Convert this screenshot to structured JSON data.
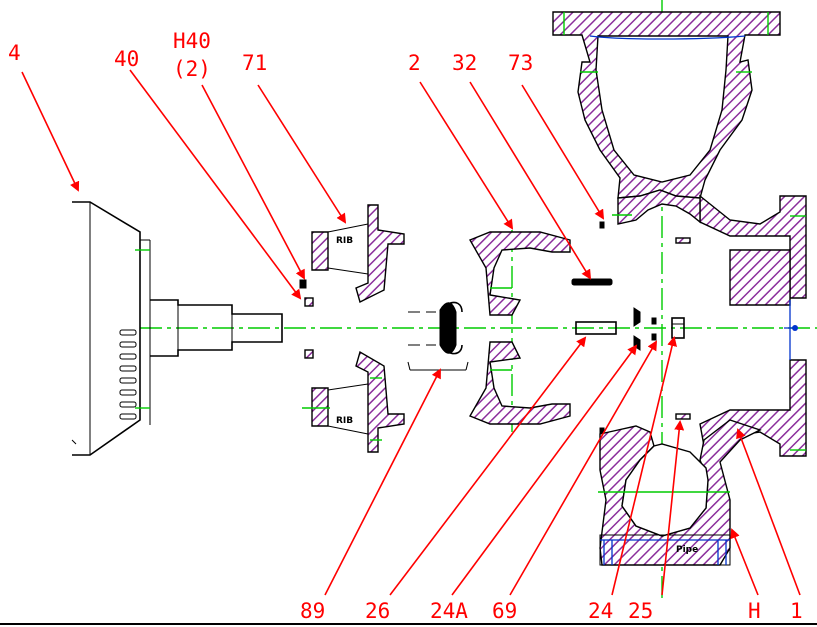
{
  "diagram": {
    "callouts": [
      {
        "key": "c4",
        "text": "4"
      },
      {
        "key": "c40",
        "text": "40"
      },
      {
        "key": "cH40",
        "text": "H40"
      },
      {
        "key": "cH40q",
        "text": "(2)"
      },
      {
        "key": "c71",
        "text": "71"
      },
      {
        "key": "c2",
        "text": "2"
      },
      {
        "key": "c32",
        "text": "32"
      },
      {
        "key": "c73",
        "text": "73"
      },
      {
        "key": "c89",
        "text": "89"
      },
      {
        "key": "c26",
        "text": "26"
      },
      {
        "key": "c24A",
        "text": "24A"
      },
      {
        "key": "c69",
        "text": "69"
      },
      {
        "key": "c24",
        "text": "24"
      },
      {
        "key": "c25",
        "text": "25"
      },
      {
        "key": "cH",
        "text": "H"
      },
      {
        "key": "c1",
        "text": "1"
      }
    ],
    "rib_upper": "RIB",
    "rib_lower": "RIB",
    "base_mark": "Pipe"
  },
  "colors": {
    "callout": "#ff0000",
    "centerline": "#00cc00",
    "outline": "#000000",
    "section_fill": "#8b2f9c",
    "detail": "#0033cc"
  }
}
